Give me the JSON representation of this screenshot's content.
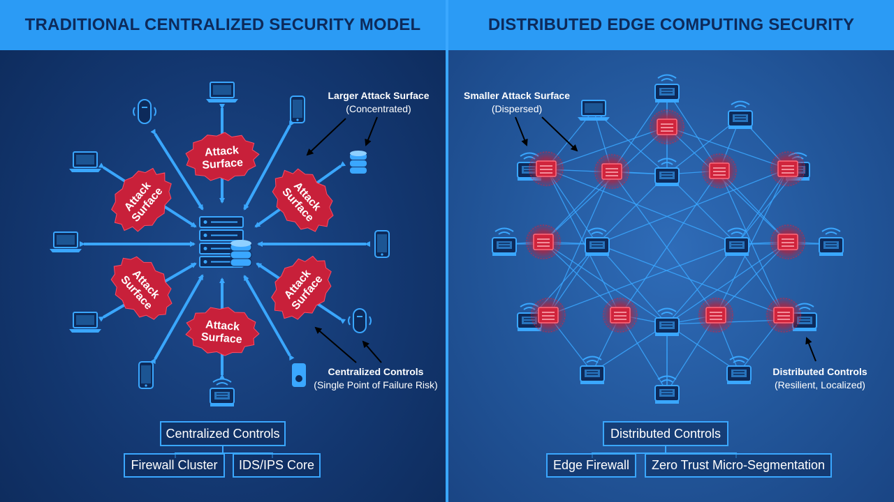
{
  "left": {
    "title": "TRADITIONAL CENTRALIZED SECURITY MODEL",
    "attack_label": [
      "Attack",
      "Surface"
    ],
    "callout_attack": {
      "title": "Larger Attack Surface",
      "sub": "(Concentrated)"
    },
    "callout_controls": {
      "title": "Centralized Controls",
      "sub": "(Single Point of Failure Risk)"
    },
    "controls_box": "Centralized Controls",
    "sub_boxes": [
      "Firewall Cluster",
      "IDS/IPS Core"
    ]
  },
  "right": {
    "title": "DISTRIBUTED EDGE COMPUTING SECURITY",
    "callout_attack": {
      "title": "Smaller Attack Surface",
      "sub": "(Dispersed)"
    },
    "callout_controls": {
      "title": "Distributed Controls",
      "sub": "(Resilient, Localized)"
    },
    "controls_box": "Distributed Controls",
    "sub_boxes": [
      "Edge Firewall",
      "Zero Trust Micro-Segmentation"
    ]
  },
  "colors": {
    "header_bg": "#2b9bf5",
    "header_text": "#0d2a5a",
    "accent": "#3aa7ff",
    "attack_red": "#c8203a",
    "left_bg": "#133770",
    "right_bg": "#22569a"
  },
  "icons": [
    "server-rack-icon",
    "database-icon",
    "laptop-icon",
    "smartphone-icon",
    "iot-sensor-icon",
    "edge-router-icon",
    "edge-server-icon"
  ]
}
